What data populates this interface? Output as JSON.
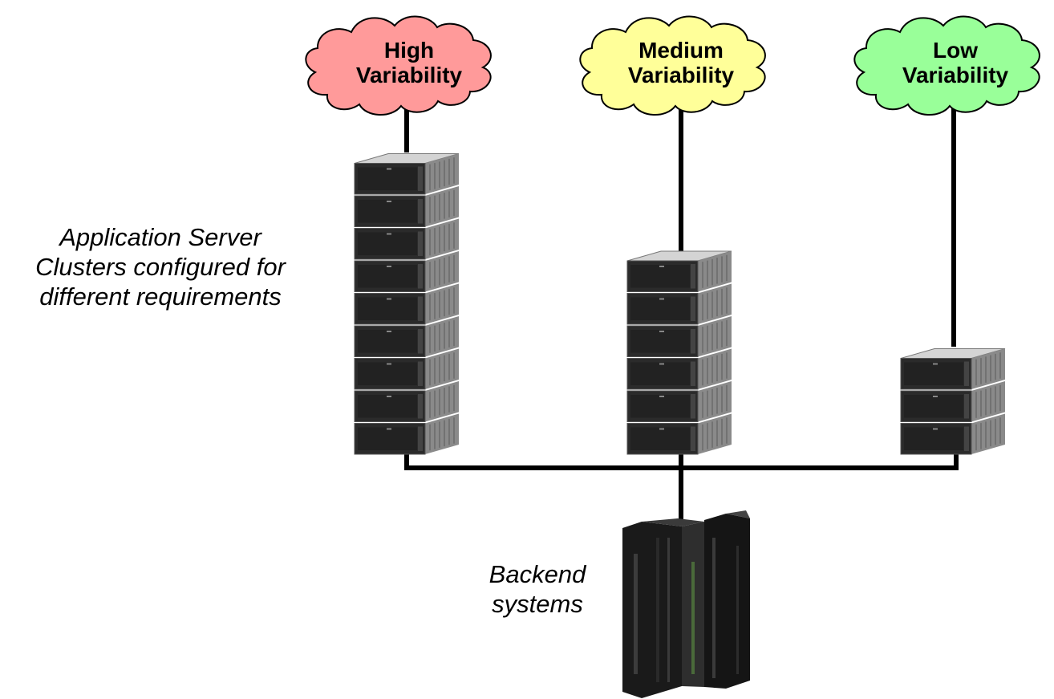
{
  "colors": {
    "high": "#ff9a9a",
    "medium": "#ffff99",
    "low": "#99ff99",
    "line": "#000000",
    "server_face": "#2b2b2b",
    "server_side": "#8a8a8a",
    "server_top": "#d4d4d4"
  },
  "clouds": [
    {
      "key": "high",
      "line1": "High",
      "line2": "Variability",
      "servers": 9
    },
    {
      "key": "medium",
      "line1": "Medium",
      "line2": "Variability",
      "servers": 6
    },
    {
      "key": "low",
      "line1": "Low",
      "line2": "Variability",
      "servers": 3
    }
  ],
  "captions": {
    "clusters": {
      "line1": "Application Server",
      "line2": "Clusters configured for",
      "line3": "different requirements"
    },
    "backend": {
      "line1": "Backend",
      "line2": "systems"
    }
  },
  "icons": {
    "server": "rack-server-icon",
    "mainframe": "mainframe-icon",
    "cloud": "cloud-shape"
  }
}
